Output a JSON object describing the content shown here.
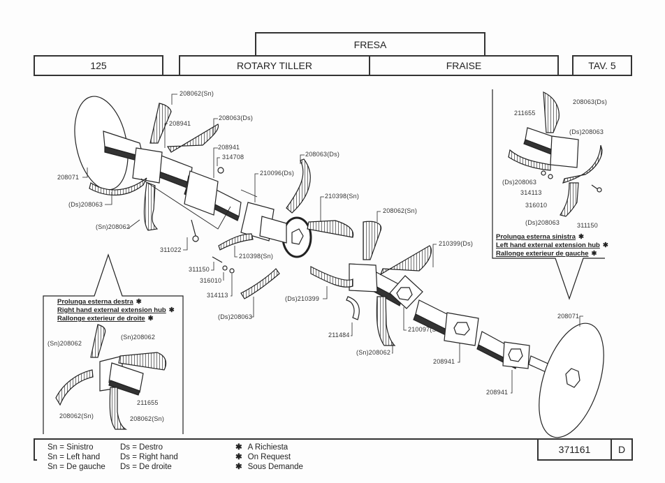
{
  "header": {
    "fresa": "FRESA",
    "model": "125",
    "title_en": "ROTARY TILLER",
    "title_fr": "FRAISE",
    "table": "TAV. 5"
  },
  "labels": {
    "l1": "208062(Sn)",
    "l2": "208941",
    "l3": "208063(Ds)",
    "l4": "208941",
    "l5": "314708",
    "l6": "208071",
    "l7": "(Ds)208063",
    "l8": "(Sn)208062",
    "l9": "311022",
    "l10": "208063(Ds)",
    "l11": "210096(Ds)",
    "l12": "210398(Sn)",
    "l13": "210398(Sn)",
    "l14": "311150",
    "l15": "316010",
    "l16": "314113",
    "l17": "(Ds)208063",
    "l18": "208062(Sn)",
    "l19": "210399(Ds)",
    "l20": "(Ds)210399",
    "l21": "211484",
    "l22": "210097(Sn)",
    "l23": "(Sn)208062",
    "l24": "208941",
    "l25": "208071",
    "l26": "208941"
  },
  "inset_left": {
    "notes": [
      "Prolunga esterna destra",
      "Right hand external extension hub",
      "Rallonge exterieur de droite"
    ],
    "labels": [
      "(Sn)208062",
      "(Sn)208062",
      "211655",
      "208062(Sn)",
      "208062(Sn)"
    ]
  },
  "inset_right": {
    "notes": [
      "Prolunga esterna sinistra",
      "Left hand external extension hub",
      "Rallonge exterieur de gauche"
    ],
    "labels": [
      "208063(Ds)",
      "211655",
      "(Ds)208063",
      "(Ds)208063",
      "314113",
      "316010",
      "(Ds)208063",
      "311150"
    ]
  },
  "star_symbol": "✱",
  "legend": {
    "sn": [
      "Sn = Sinistro",
      "Sn = Left hand",
      "Sn = De gauche"
    ],
    "ds": [
      "Ds = Destro",
      "Ds = Right hand",
      "Ds = De droite"
    ],
    "request": [
      "A Richiesta",
      "On Request",
      "Sous Demande"
    ]
  },
  "footer": {
    "code": "371161",
    "revision": "D"
  }
}
